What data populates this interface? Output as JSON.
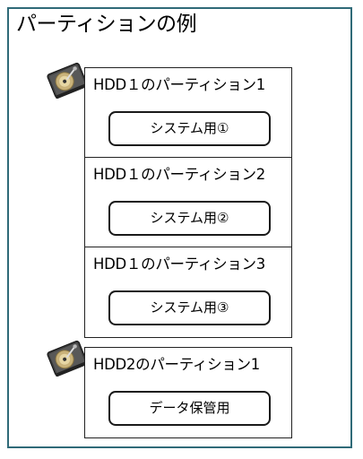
{
  "title": "パーティションの例",
  "disks": [
    {
      "icon": "hard-disk-icon",
      "partitions": [
        {
          "label": "HDD１のパーティション1",
          "usage": "システム用①"
        },
        {
          "label": "HDD１のパーティション2",
          "usage": "システム用②"
        },
        {
          "label": "HDD１のパーティション3",
          "usage": "システム用③"
        }
      ]
    },
    {
      "icon": "hard-disk-icon",
      "partitions": [
        {
          "label": "HDD2のパーティション1",
          "usage": "データ保管用"
        }
      ]
    }
  ],
  "colors": {
    "frame_border": "#2f6a78",
    "box_border": "#222222",
    "disk_body": "#3a3a3a",
    "platter": "#c9b27a"
  }
}
